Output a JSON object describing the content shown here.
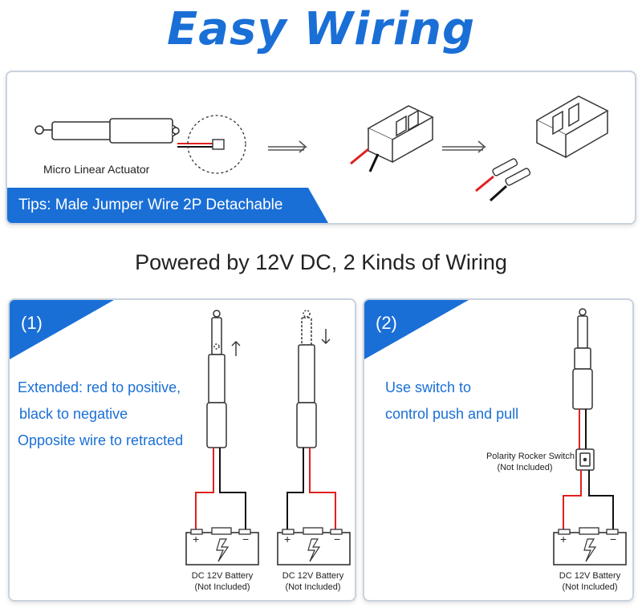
{
  "title": "Easy Wiring",
  "top": {
    "actuator_label": "Micro Linear Actuator",
    "tips": "Tips: Male Jumper Wire 2P Detachable"
  },
  "subtitle": "Powered by 12V DC,  2 Kinds of Wiring",
  "panel1": {
    "number": "(1)",
    "lines": [
      "Extended: red to positive,",
      "black to negative",
      "Opposite wire to retracted"
    ],
    "battery_a": {
      "label": "DC 12V Battery",
      "note": "(Not Included)"
    },
    "battery_b": {
      "label": "DC 12V Battery",
      "note": "(Not Included)"
    }
  },
  "panel2": {
    "number": "(2)",
    "lines": [
      "Use switch to",
      "control push and pull"
    ],
    "switch_label": "Polarity Rocker Switch",
    "switch_note": "(Not Included)",
    "battery": {
      "label": "DC 12V Battery",
      "note": "(Not Included)"
    }
  },
  "colors": {
    "accent": "#1a6fd6",
    "wire_red": "#e02020",
    "wire_black": "#111111",
    "outline": "#333333"
  },
  "icons": [
    "arrow-right-icon",
    "arrow-up-icon",
    "arrow-down-icon",
    "lightning-icon"
  ]
}
